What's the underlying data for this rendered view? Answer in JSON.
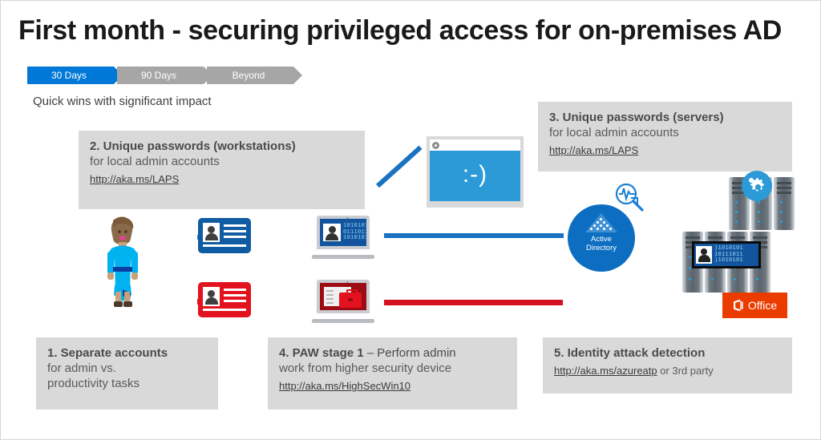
{
  "slide": {
    "title": "First month - securing privileged access for on-premises AD",
    "subtitle": "Quick wins with significant impact"
  },
  "timeline": {
    "items": [
      {
        "label": "30 Days",
        "state": "active",
        "color": "#0078d7"
      },
      {
        "label": "90 Days",
        "state": "inactive",
        "color": "#a6a6a6"
      },
      {
        "label": "Beyond",
        "state": "inactive",
        "color": "#a6a6a6"
      }
    ]
  },
  "boxes": {
    "box1": {
      "title": "1. Separate accounts",
      "sub_line1": "for admin vs.",
      "sub_line2": "productivity tasks"
    },
    "box2": {
      "title": "2. Unique passwords (workstations)",
      "sub_line1": "for local admin accounts",
      "link": "http://aka.ms/LAPS"
    },
    "box3": {
      "title": "3. Unique passwords (servers)",
      "sub_line1": "for local admin accounts",
      "link": "http://aka.ms/LAPS"
    },
    "box4": {
      "title_bold": "4. PAW stage 1",
      "title_rest": " – Perform admin",
      "sub_line1": "work from higher security device",
      "link": "http://aka.ms/HighSecWin10"
    },
    "box5": {
      "title": "5. Identity attack detection",
      "link": "http://aka.ms/azureatp",
      "link_suffix": " or 3rd party"
    }
  },
  "diagram": {
    "ad_label_line1": "Active",
    "ad_label_line2": "Directory",
    "browser_face": ":-)",
    "laptop_blue_bits_line1": "10101011",
    "laptop_blue_bits_line2": "01110111",
    "laptop_blue_bits_line3": "10101011",
    "server_badge_bits_line1": ")1010101",
    "server_badge_bits_line2": "10111011",
    "server_badge_bits_line3": ")1010101",
    "office_label": "Office"
  },
  "colors": {
    "accent_blue": "#0078d7",
    "ad_blue": "#0d6ec1",
    "browser_blue": "#2b9ad6",
    "red": "#e2121e",
    "dark_red": "#9c0c14",
    "box_grey": "#d9d9d9",
    "office_orange": "#eb3c00"
  }
}
